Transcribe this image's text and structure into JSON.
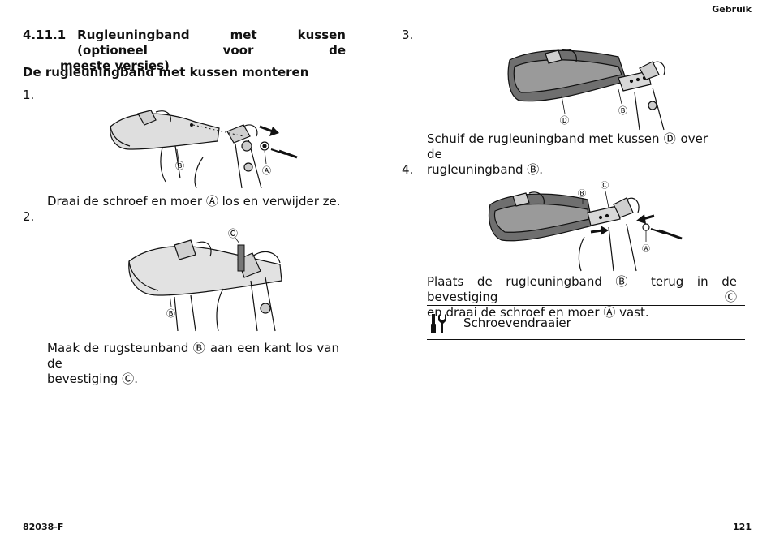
{
  "header": {
    "section": "Gebruik"
  },
  "left": {
    "heading_num": "4.11.1",
    "heading_line1": "Rugleuningband met kussen (optioneel voor de",
    "heading_line2": "meeste versies)",
    "subheading": "De rugleuningband met kussen monteren",
    "step1": {
      "num": "1.",
      "text": "Draai de schroef en moer Ⓐ los en verwijder ze."
    },
    "step2": {
      "num": "2.",
      "text_line1": "Maak de rugsteunband Ⓑ aan een kant los van de",
      "text_line2": "bevestiging Ⓒ."
    }
  },
  "right": {
    "step3": {
      "num": "3.",
      "text_line1": "Schuif de rugleuningband met kussen Ⓓ over de",
      "text_line2": "rugleuningband Ⓑ."
    },
    "step4": {
      "num": "4.",
      "text_line1": "Plaats de rugleuningband Ⓑ terug in de bevestiging Ⓒ",
      "text_line2": "en draai de schroef en moer Ⓐ vast."
    },
    "tools": {
      "label": "Schroevendraaier",
      "icon": "tools-icon"
    }
  },
  "callouts": {
    "a": "Ⓐ",
    "b": "Ⓑ",
    "c": "Ⓒ",
    "d": "Ⓓ"
  },
  "footer": {
    "doc_code": "82038-F",
    "page_number": "121"
  }
}
